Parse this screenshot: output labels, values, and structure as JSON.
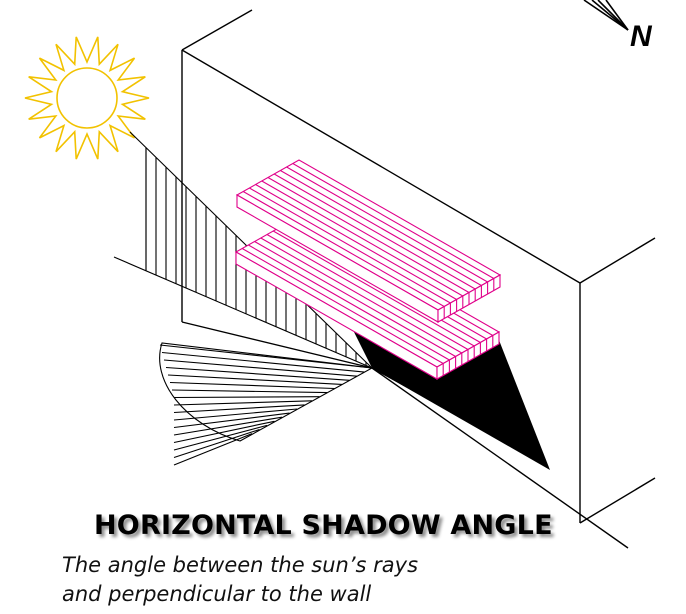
{
  "diagram": {
    "north_label": "N",
    "title": "HORIZONTAL SHADOW ANGLE",
    "caption_lines": [
      "The angle between the sun’s rays",
      "and perpendicular to the wall"
    ],
    "colors": {
      "sun": "#F2C200",
      "shelf": "#E0008A",
      "shadow": "#000000",
      "lines": "#000000"
    },
    "icons": [
      "sun-icon",
      "north-arrow-icon"
    ]
  }
}
